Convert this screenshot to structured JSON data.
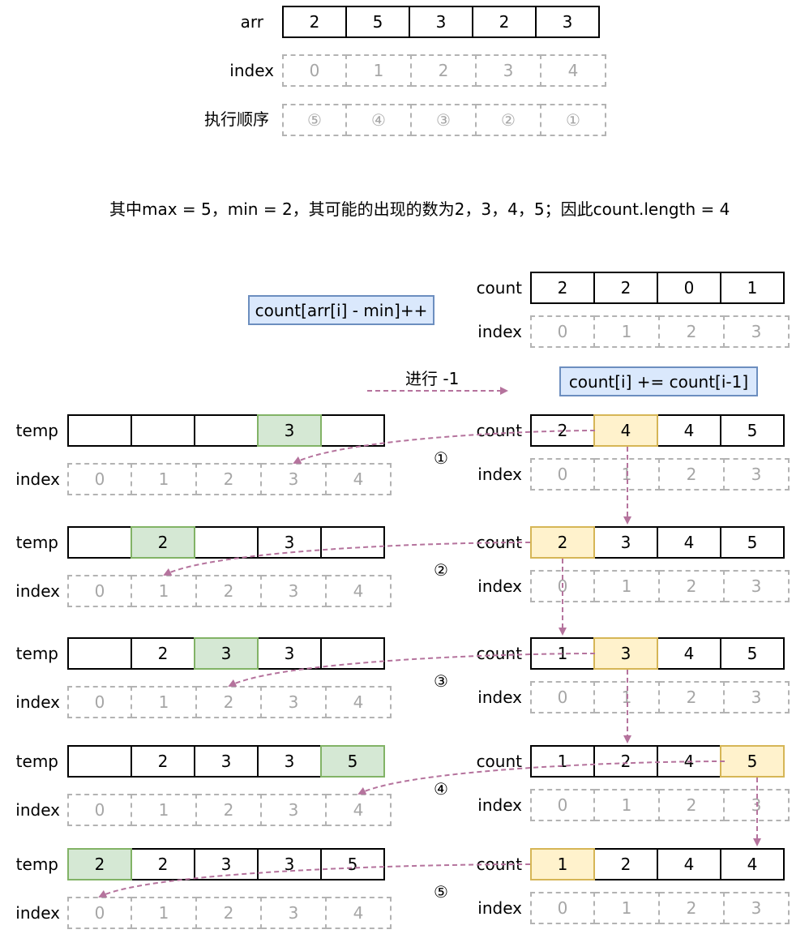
{
  "top": {
    "arr_label": "arr",
    "index_label": "index",
    "order_label": "执行顺序",
    "arr": [
      "2",
      "5",
      "3",
      "2",
      "3"
    ],
    "index": [
      "0",
      "1",
      "2",
      "3",
      "4"
    ],
    "order": [
      "⑤",
      "④",
      "③",
      "②",
      "①"
    ]
  },
  "explanation": "其中max = 5，min = 2，其可能的出现的数为2，3，4，5；因此count.length = 4",
  "count_initial": {
    "label": "count",
    "index_label": "index",
    "values": [
      "2",
      "2",
      "0",
      "1"
    ],
    "index": [
      "0",
      "1",
      "2",
      "3"
    ]
  },
  "formula_count": "count[arr[i] - min]++",
  "formula_prefix": "count[i] += count[i-1]",
  "step_note": "进行 -1",
  "labels": {
    "temp": "temp",
    "index": "index",
    "count": "count"
  },
  "steps": [
    {
      "marker": "①",
      "temp": [
        "",
        "",
        "",
        "3",
        ""
      ],
      "temp_highlight": 3,
      "count": [
        "2",
        "4",
        "4",
        "5"
      ],
      "count_highlight": 1,
      "temp_index": [
        "0",
        "1",
        "2",
        "3",
        "4"
      ],
      "count_index": [
        "0",
        "1",
        "2",
        "3"
      ]
    },
    {
      "marker": "②",
      "temp": [
        "",
        "2",
        "",
        "3",
        ""
      ],
      "temp_highlight": 1,
      "count": [
        "2",
        "3",
        "4",
        "5"
      ],
      "count_highlight": 0,
      "temp_index": [
        "0",
        "1",
        "2",
        "3",
        "4"
      ],
      "count_index": [
        "0",
        "1",
        "2",
        "3"
      ]
    },
    {
      "marker": "③",
      "temp": [
        "",
        "2",
        "3",
        "3",
        ""
      ],
      "temp_highlight": 2,
      "count": [
        "1",
        "3",
        "4",
        "5"
      ],
      "count_highlight": 1,
      "temp_index": [
        "0",
        "1",
        "2",
        "3",
        "4"
      ],
      "count_index": [
        "0",
        "1",
        "2",
        "3"
      ]
    },
    {
      "marker": "④",
      "temp": [
        "",
        "2",
        "3",
        "3",
        "5"
      ],
      "temp_highlight": 4,
      "count": [
        "1",
        "2",
        "4",
        "5"
      ],
      "count_highlight": 3,
      "temp_index": [
        "0",
        "1",
        "2",
        "3",
        "4"
      ],
      "count_index": [
        "0",
        "1",
        "2",
        "3"
      ]
    },
    {
      "marker": "⑤",
      "temp": [
        "2",
        "2",
        "3",
        "3",
        "5"
      ],
      "temp_highlight": 0,
      "count": [
        "1",
        "2",
        "4",
        "4"
      ],
      "count_highlight": 0,
      "temp_index": [
        "0",
        "1",
        "2",
        "3",
        "4"
      ],
      "count_index": [
        "0",
        "1",
        "2",
        "3"
      ]
    }
  ],
  "colors": {
    "arrow": "#b5739d",
    "green_fill": "#d5e8d4",
    "green_border": "#82b366",
    "yellow_fill": "#fff2cc",
    "yellow_border": "#d6b656",
    "formula_fill": "#dae8fc"
  }
}
